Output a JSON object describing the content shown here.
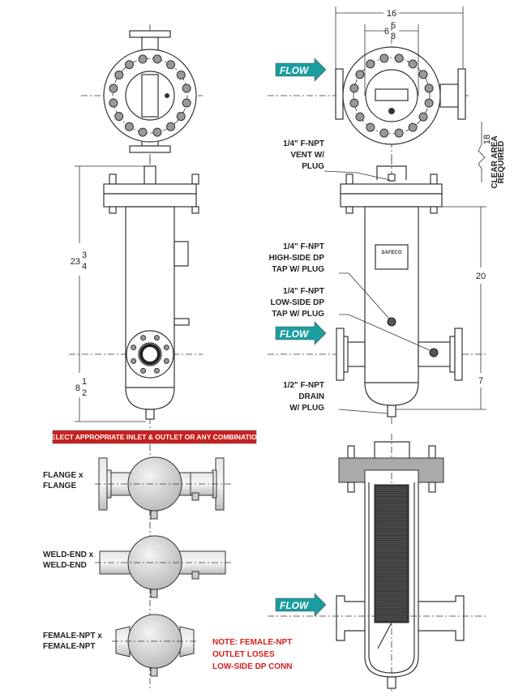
{
  "dimensions": {
    "overall_width": "16",
    "flange_span_whole": "6",
    "flange_span_num": "5",
    "flange_span_den": "8",
    "clear_area": "18",
    "clear_area_label_1": "CLEAR AREA",
    "clear_area_label_2": "REQUIRED",
    "height_whole": "23",
    "height_num": "3",
    "height_den": "4",
    "base_whole": "8",
    "base_num": "1",
    "base_den": "2",
    "nozzle_to_flange": "20",
    "nozzle_to_bottom": "7"
  },
  "callouts": {
    "vent": [
      "1/4\" F-NPT",
      "VENT W/",
      "PLUG"
    ],
    "high_side": [
      "1/4\" F-NPT",
      "HIGH-SIDE DP",
      "TAP W/ PLUG"
    ],
    "low_side": [
      "1/4\" F-NPT",
      "LOW-SIDE DP",
      "TAP W/ PLUG"
    ],
    "drain": [
      "1/2\" F-NPT",
      "DRAIN",
      "W/ PLUG"
    ]
  },
  "flow_label": "FLOW",
  "nameplate_logo": "SAFECO",
  "banner": "SELECT APPROPRIATE INLET & OUTLET OR ANY COMBINATION",
  "options": [
    {
      "line1": "FLANGE x",
      "line2": "FLANGE"
    },
    {
      "line1": "WELD-END x",
      "line2": "WELD-END"
    },
    {
      "line1": "FEMALE-NPT x",
      "line2": "FEMALE-NPT"
    }
  ],
  "note": [
    "NOTE: FEMALE-NPT",
    "OUTLET LOSES",
    "LOW-SIDE DP CONN"
  ],
  "colors": {
    "flow": "#1a9ea0",
    "banner": "#c8201e",
    "note": "#d42020"
  }
}
